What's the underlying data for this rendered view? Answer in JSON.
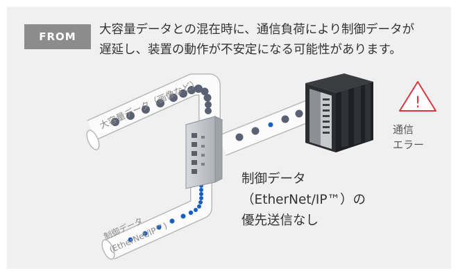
{
  "header": {
    "badge": "FROM",
    "description_lines": [
      "大容量データとの混在時に、通信負荷により制御データが",
      "遅延し、装置の動作が不安定になる可能性があります。"
    ]
  },
  "diagram": {
    "large_data_label": "大容量データ（画像など）",
    "control_data_label_line1": "制御データ",
    "control_data_label_line2": "(EtherNet/IP™)",
    "control_callout_lines": [
      "制御データ",
      "（EtherNet/IP™）の",
      "優先送信なし"
    ],
    "error_label_lines": [
      "通信",
      "エラー"
    ],
    "error_symbol": "!"
  },
  "colors": {
    "panel_bg": "#f0f0f0",
    "badge_bg": "#8c8c8c",
    "large_data_dot": "#5a6173",
    "control_data_dot": "#1a5fc0",
    "error_red": "#d9363e",
    "text": "#333333"
  }
}
